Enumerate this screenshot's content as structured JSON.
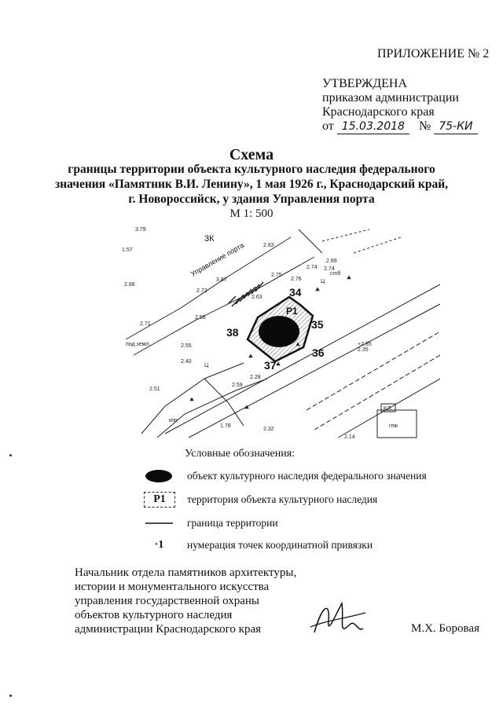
{
  "header": {
    "appendix": "ПРИЛОЖЕНИЕ № 2",
    "approved_title": "УТВЕРЖДЕНА",
    "approved_line1": "приказом администрации",
    "approved_line2": "Краснодарского края",
    "date_prefix": "от",
    "date_value": "15.03.2018",
    "number_prefix": "№",
    "number_value": "75-КИ"
  },
  "document": {
    "title": "Схема",
    "subtitle_line1": "границы территории объекта культурного наследия федерального",
    "subtitle_line2": "значения «Памятник В.И. Ленину», 1 мая 1926 г., Краснодарский край,",
    "subtitle_line3": "г. Новороссийск, у здания Управления порта",
    "scale": "М 1: 500"
  },
  "map": {
    "building_code": "3К",
    "building_name": "Управление порта",
    "territory_label": "Р1",
    "points": [
      "34",
      "35",
      "36",
      "37",
      "38"
    ],
    "elevations": [
      "3.79",
      "1.57",
      "2.88",
      "2.71",
      "2.56",
      "2.72",
      "3.87",
      "2.83",
      "2.75",
      "2.76",
      "2.74",
      "2.63",
      "2.89",
      "2.74",
      "2.55",
      "2.40",
      "2.59",
      "2.28",
      "2.51",
      "2.14",
      "2.35",
      "2.32",
      "1.78"
    ],
    "misc_labels": [
      "сmб",
      "KЛ",
      "гпж",
      "Ц",
      "Ц",
      "кпп",
      "+2.35",
      "под земл."
    ],
    "colors": {
      "ink": "#111111",
      "line": "#222222",
      "fill": "#0a0a0a"
    }
  },
  "legend": {
    "title": "Условные обозначения:",
    "items": [
      {
        "symbol": "ellipse-fill-icon",
        "label": "объект культурного наследия федерального значения"
      },
      {
        "symbol": "P1",
        "label": "территория объекта культурного наследия"
      },
      {
        "symbol": "line-icon",
        "label": "граница территории"
      },
      {
        "symbol": "·1",
        "label": "нумерация точек координатной привязки"
      }
    ]
  },
  "footer": {
    "position_line1": "Начальник отдела памятников архитектуры,",
    "position_line2": "истории и монументального искусства",
    "position_line3": "управления государственной охраны",
    "position_line4": "объектов культурного наследия",
    "position_line5": "администрации Краснодарского края",
    "signer": "М.Х. Боровая"
  }
}
